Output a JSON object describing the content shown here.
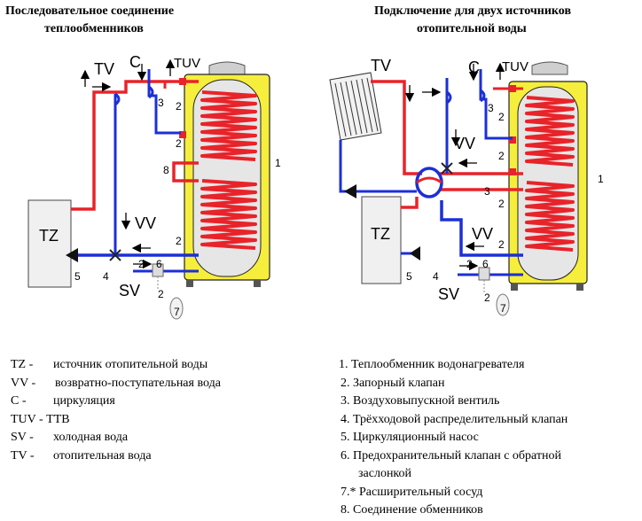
{
  "titles": {
    "left_line1": "Последовательное  соединение",
    "left_line2": "теплообменников",
    "right_line1": "Подключение для двух источников",
    "right_line2": "отопительной воды"
  },
  "diagram_labels": {
    "tv": "TV",
    "c": "C",
    "tuv": "TUV",
    "vv": "VV",
    "tz": "TZ",
    "sv": "SV",
    "n1": "1",
    "n2": "2",
    "n3": "3",
    "n4": "4",
    "n5": "5",
    "n6": "6",
    "n7": "7",
    "n8": "8"
  },
  "legend_left": [
    {
      "code": "TZ -",
      "text": "источник отопительной воды"
    },
    {
      "code": "VV -",
      "text": "возвратно-поступательная вода"
    },
    {
      "code": "C -",
      "text": "циркуляция"
    },
    {
      "code": "TUV - ТТВ",
      "text": ""
    },
    {
      "code": "SV -",
      "text": "холодная вода"
    },
    {
      "code": "TV -",
      "text": "отопительная вода"
    }
  ],
  "legend_right": [
    "1. Теплообменник водонагревателя",
    "2. Запорный клапан",
    "3. Воздуховыпускной вентиль",
    "4. Трёхходовой распределительный клапан",
    "5.  Циркуляционный насос",
    "6.  Предохранительный клапан с обратной",
    "заслонкой",
    "7.* Расширительный сосуд",
    "8.  Соединение обменников"
  ],
  "colors": {
    "hot": "#e8232a",
    "cold": "#1c2fd6",
    "tank": "#f6ee3c",
    "inner": "#e6e6e6"
  }
}
